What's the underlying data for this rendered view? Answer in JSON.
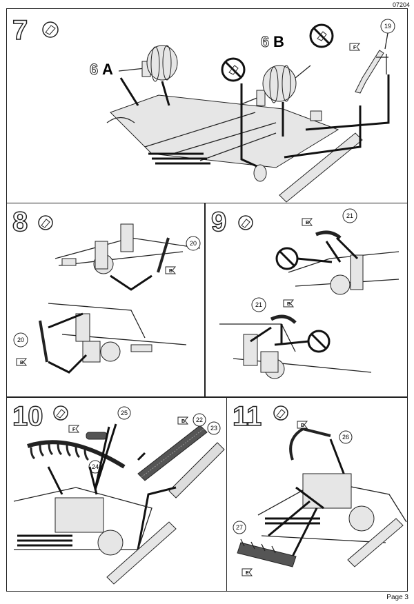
{
  "header": {
    "code": "07204"
  },
  "footer": {
    "page": "Page 3"
  },
  "steps": {
    "s7": {
      "number": "7",
      "subA_num": "6",
      "subA_letter": "A",
      "subB_num": "6",
      "subB_letter": "B",
      "part19": "19",
      "ref_F": "F"
    },
    "s8": {
      "number": "8",
      "part20a": "20",
      "part20b": "20",
      "ref_B1": "B",
      "ref_B2": "B"
    },
    "s9": {
      "number": "9",
      "part21a": "21",
      "part21b": "21",
      "ref_B1": "B",
      "ref_B2": "B"
    },
    "s10": {
      "number": "10",
      "part22": "22",
      "part23": "23",
      "part24": "24",
      "part25": "25",
      "ref_F": "F",
      "ref_B": "B"
    },
    "s11": {
      "number": "11",
      "part26": "26",
      "part27": "27",
      "ref_B": "B",
      "ref_E": "E"
    }
  }
}
